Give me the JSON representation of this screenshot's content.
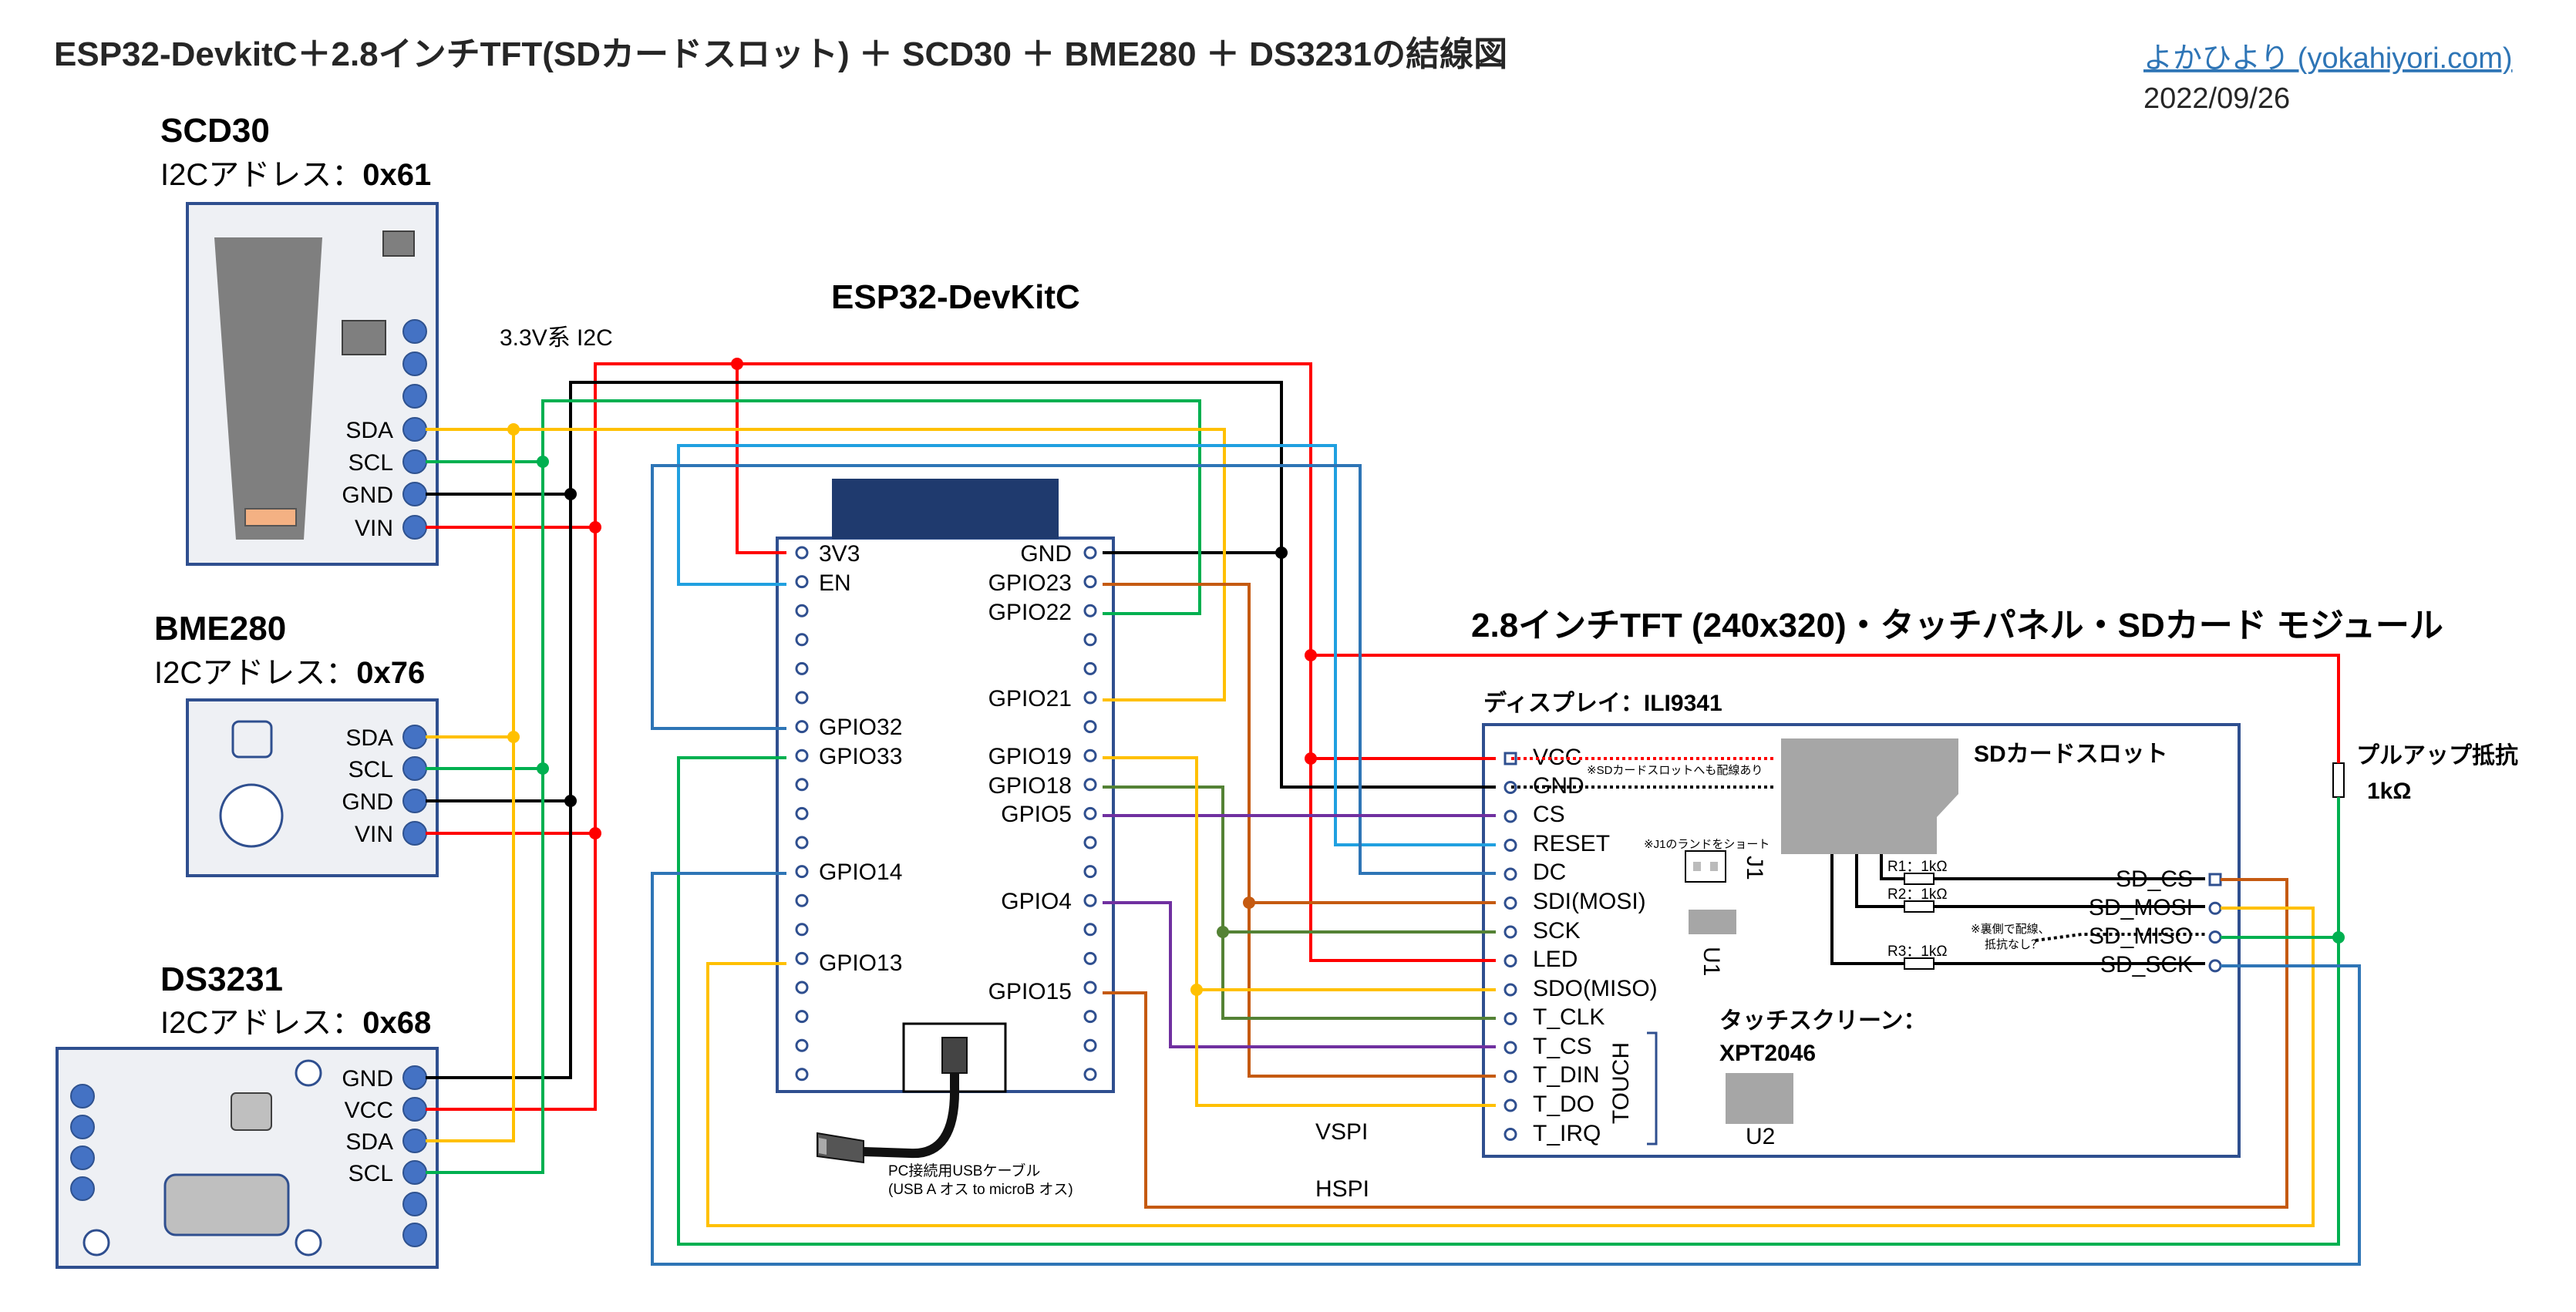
{
  "header": {
    "title": "ESP32-DevkitC＋2.8インチTFT(SDカードスロット) ＋ SCD30 ＋ BME280 ＋ DS3231の結線図",
    "author_link": "よかひより (yokahiyori.com)",
    "date": "2022/09/26"
  },
  "scd30": {
    "name": "SCD30",
    "addr_label": "I2Cアドレス：",
    "addr_value": "0x61",
    "pins": [
      "SDA",
      "SCL",
      "GND",
      "VIN"
    ]
  },
  "bme280": {
    "name": "BME280",
    "addr_label": "I2Cアドレス：",
    "addr_value": "0x76",
    "pins": [
      "SDA",
      "SCL",
      "GND",
      "VIN"
    ]
  },
  "ds3231": {
    "name": "DS3231",
    "addr_label": "I2Cアドレス：",
    "addr_value": "0x68",
    "pins": [
      "GND",
      "VCC",
      "SDA",
      "SCL"
    ]
  },
  "bus_label": "3.3V系 I2C",
  "esp32": {
    "name": "ESP32-DevKitC",
    "left_pins": [
      "3V3",
      "EN",
      "GPIO32",
      "GPIO33",
      "GPIO14",
      "GPIO13"
    ],
    "right_pins": [
      "GND",
      "GPIO23",
      "GPIO22",
      "GPIO21",
      "GPIO19",
      "GPIO18",
      "GPIO5",
      "GPIO4",
      "GPIO15"
    ],
    "usb_cable_label_1": "PC接続用USBケーブル",
    "usb_cable_label_2": "(USB A オス to microB オス)"
  },
  "tft": {
    "module_title": "2.8インチTFT (240x320)・タッチパネル・SDカード モジュール",
    "display_label": "ディスプレイ：ILI9341",
    "pins": [
      "VCC",
      "GND",
      "CS",
      "RESET",
      "DC",
      "SDI(MOSI)",
      "SCK",
      "LED",
      "SDO(MISO)",
      "T_CLK",
      "T_CS",
      "T_DIN",
      "T_DO",
      "T_IRQ"
    ],
    "gnd_note": "※SDカードスロットへも配線あり",
    "j1_note": "※J1のランドをショート",
    "j1": "J1",
    "u1": "U1",
    "u2": "U2",
    "touch_label": "TOUCH",
    "touch_title_1": "タッチスクリーン：",
    "touch_title_2": "XPT2046",
    "sd_label": "SDカードスロット",
    "sd_pins": [
      "SD_CS",
      "SD_MOSI",
      "SD_MISO",
      "SD_SCK"
    ],
    "resistors": [
      "R1：1kΩ",
      "R2：1kΩ",
      "R3：1kΩ"
    ],
    "miso_note_1": "※裏側で配線、",
    "miso_note_2": "抵抗なし？"
  },
  "pullup_1": "プルアップ抵抗",
  "pullup_2": "1kΩ",
  "vspi": "VSPI",
  "hspi": "HSPI",
  "colors": {
    "red": "#ff0000",
    "black": "#000000",
    "green": "#00b050",
    "yellow": "#ffc000",
    "blue": "#2e75b6",
    "lightblue": "#20a0e0",
    "orange": "#c55a11",
    "darkgreen": "#548235",
    "purple": "#7030a0"
  }
}
